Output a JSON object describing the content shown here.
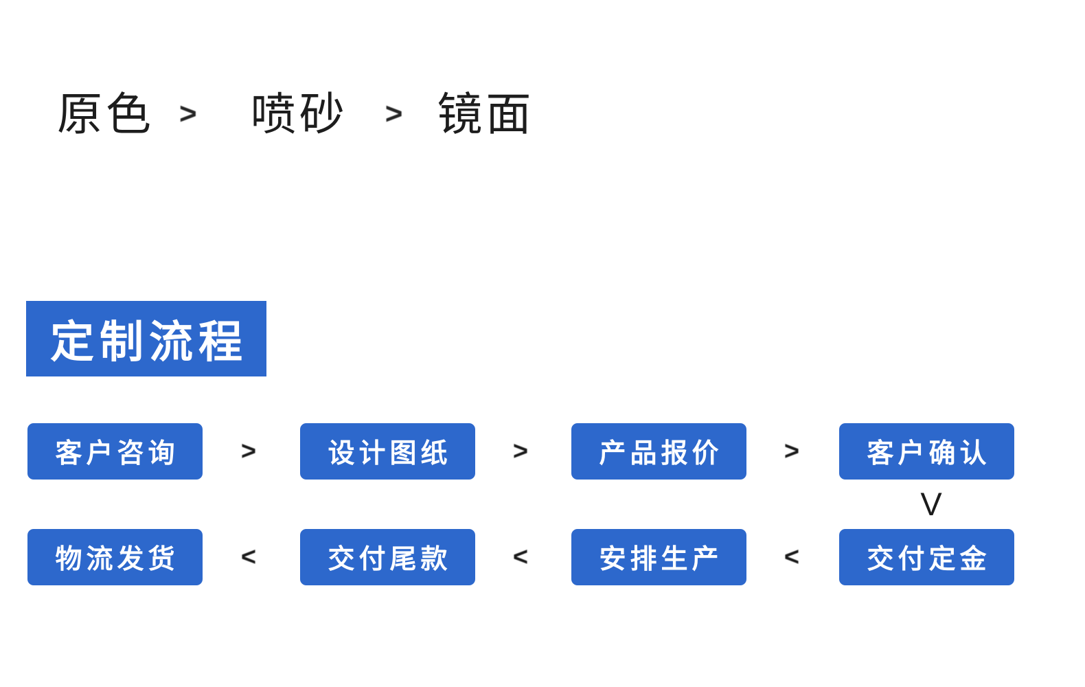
{
  "finish_options": {
    "items": [
      "原色",
      "喷砂",
      "镜面"
    ],
    "separator": ">"
  },
  "section": {
    "title": "定制流程"
  },
  "flow": {
    "forward_separator": ">",
    "backward_separator": "<",
    "down_connector": "V",
    "row1": [
      "客户咨询",
      "设计图纸",
      "产品报价",
      "客户确认"
    ],
    "row2": [
      "物流发货",
      "交付尾款",
      "安排生产",
      "交付定金"
    ]
  },
  "colors": {
    "accent_blue": "#2d68cc",
    "text_dark": "#1d1d1d",
    "box_text": "#ffffff",
    "background": "#ffffff"
  }
}
